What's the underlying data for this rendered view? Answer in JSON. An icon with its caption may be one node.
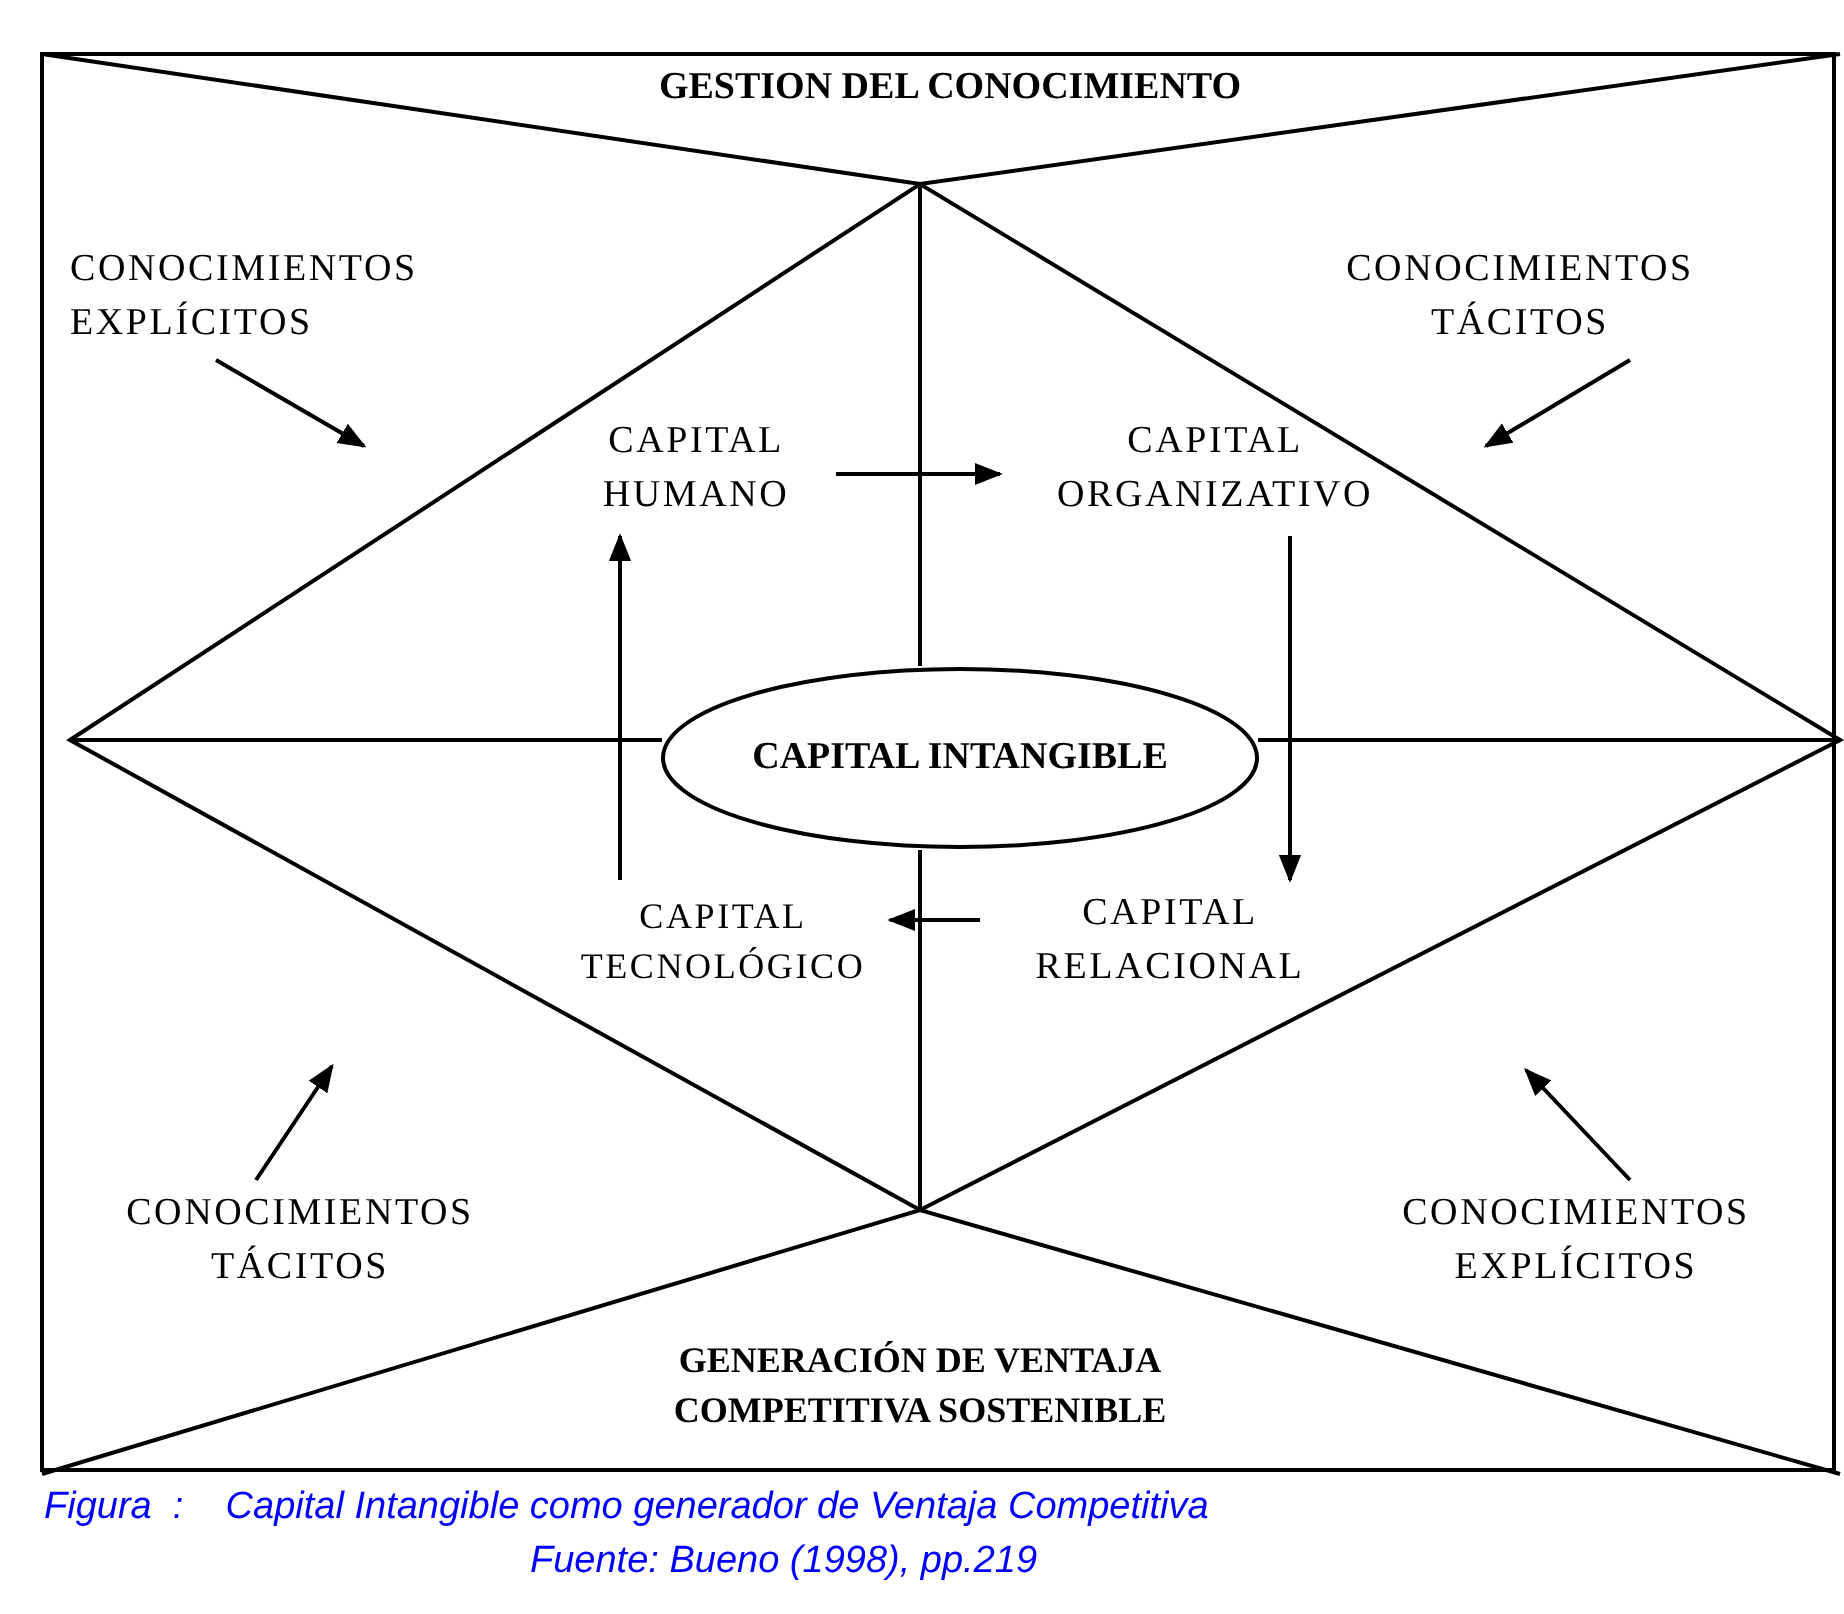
{
  "diagram": {
    "caption": "Figura  :    Capital Intangible como generador de Ventaja Competitiva",
    "nodes": [
      {
        "text": [
          "GESTION DEL CONOCIMIENTO"
        ]
      },
      {
        "text": [
          "CONOCIMIENTOS EXPLÍCITOS"
        ]
      },
      {
        "text": [
          "CONOCIMIENTOS TÁCITOS"
        ]
      },
      {
        "text": [
          "CAPITAL HUMANO"
        ]
      },
      {
        "text": [
          "CAPITAL ORGANIZATIVO"
        ]
      },
      {
        "text": [
          "CAPITAL INTANGIBLE"
        ]
      },
      {
        "text": [
          "CAPITAL TECNOLÓGICO"
        ]
      },
      {
        "text": [
          "CAPITAL RELACIONAL"
        ]
      },
      {
        "text": [
          "CONOCIMIENTOS TÁCITOS"
        ]
      },
      {
        "text": [
          "CONOCIMIENTOS EXPLÍCITOS"
        ]
      },
      {
        "text": [
          "GENERACIÓN DE VENTAJA COMPETITIVA SOSTENIBLE"
        ]
      }
    ],
    "edges": [
      {
        "from": 3,
        "to": 4,
        "arrow": "to"
      },
      {
        "from": 4,
        "to": 7,
        "arrow": "to"
      },
      {
        "from": 7,
        "to": 6,
        "arrow": "to"
      },
      {
        "from": 6,
        "to": 3,
        "arrow": "to"
      },
      {
        "from": 1,
        "to": null,
        "arrow": "to"
      },
      {
        "from": 2,
        "to": null,
        "arrow": "to"
      },
      {
        "from": 8,
        "to": null,
        "arrow": "to"
      },
      {
        "from": 9,
        "to": null,
        "arrow": "to"
      }
    ],
    "labels": [
      "Fuente: Bueno (1998), pp.219"
    ]
  }
}
